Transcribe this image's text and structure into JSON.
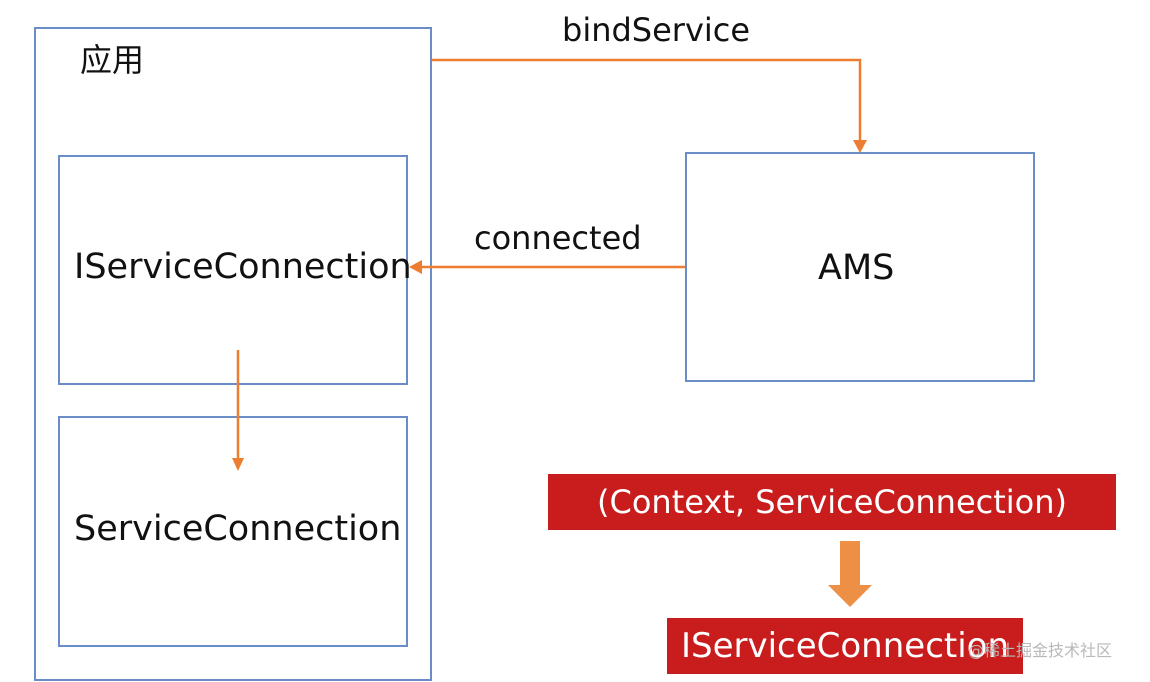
{
  "app_label": "应用",
  "inner_top_label": "IServiceConnection",
  "inner_bottom_label": "ServiceConnection",
  "ams_label": "AMS",
  "bind_label": "bindService",
  "connected_label": "connected",
  "red_top_label": "(Context, ServiceConnection)",
  "red_bottom_label": "IServiceConnection",
  "watermark": "@稀土掘金技术社区",
  "colors": {
    "box_border": "#6a8cc7",
    "arrow": "#ed7d31",
    "red_box": "#c91c1c",
    "big_arrow": "#ed8f45"
  }
}
